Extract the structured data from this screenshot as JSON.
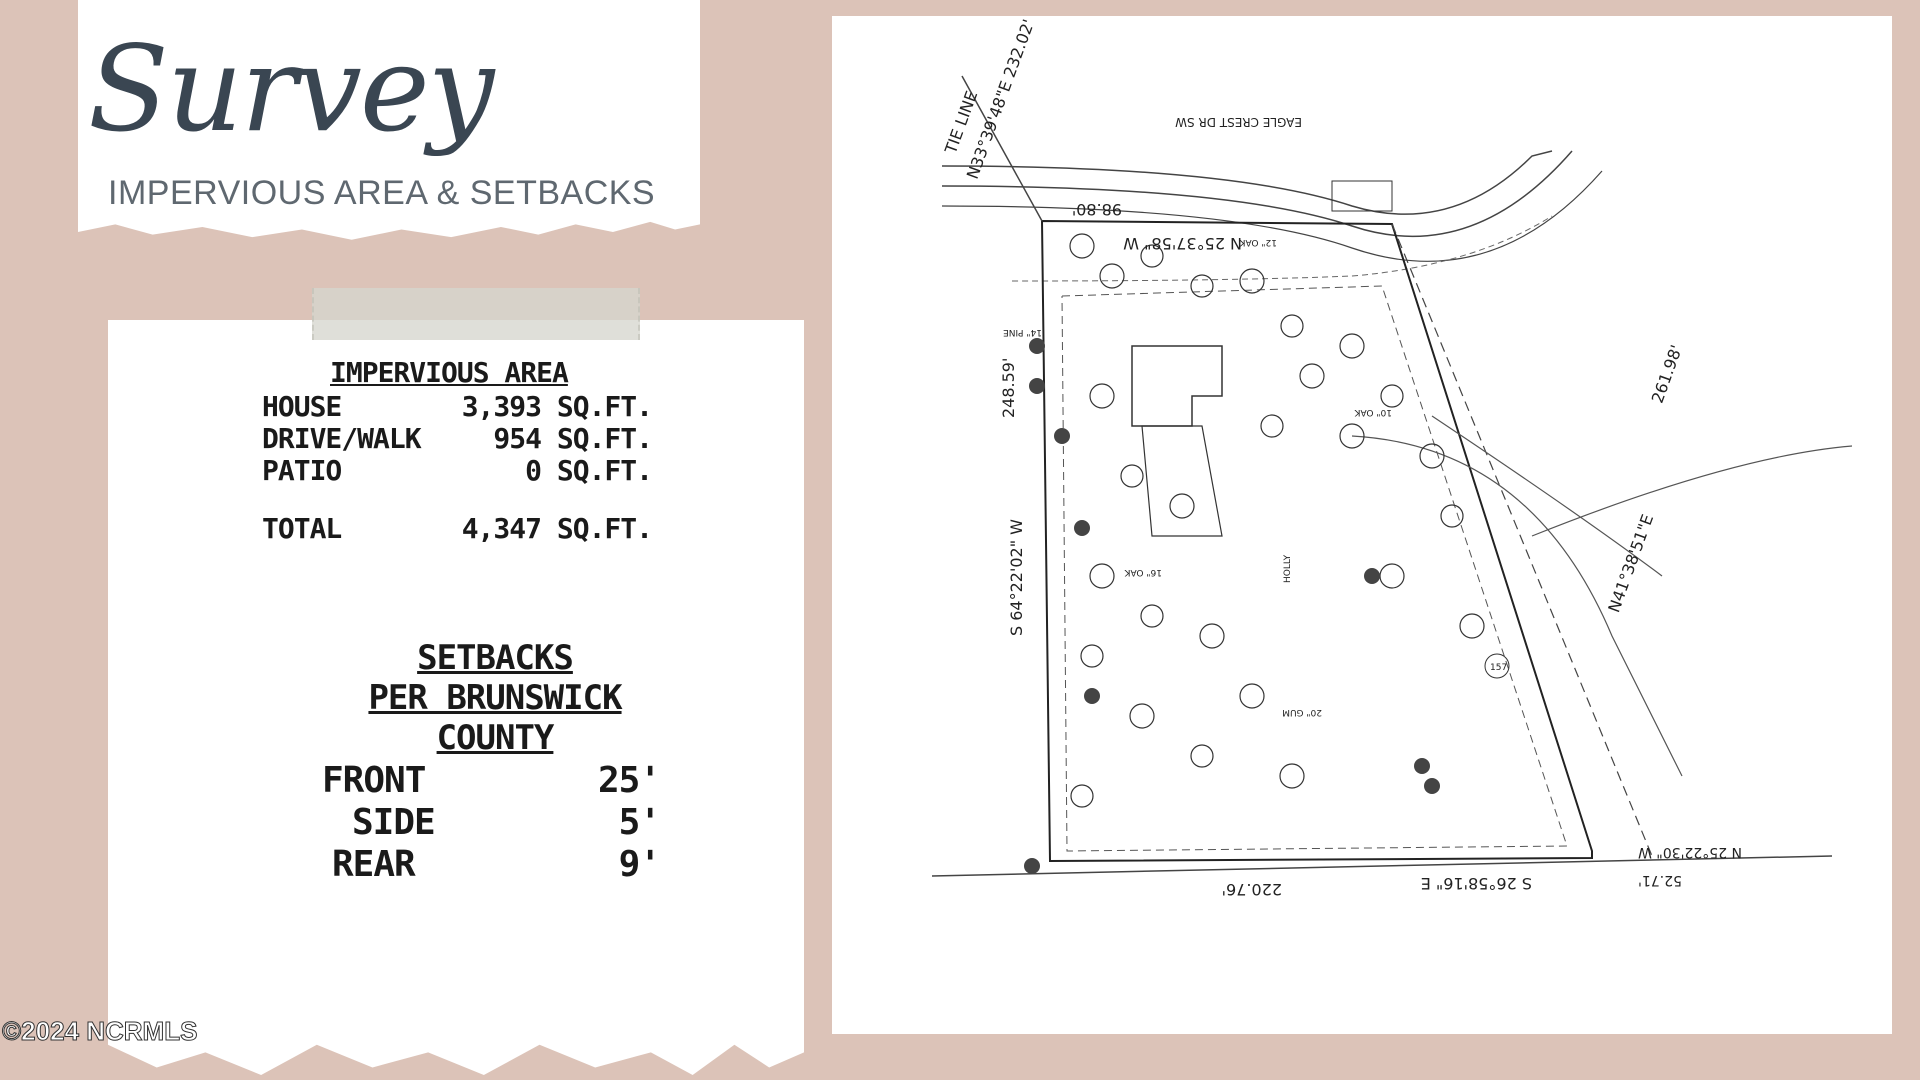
{
  "title": {
    "script": "Survey",
    "subtitle": "IMPERVIOUS AREA & SETBACKS"
  },
  "impervious_area": {
    "heading": "IMPERVIOUS AREA",
    "rows": [
      {
        "label": "HOUSE",
        "value": "3,393 SQ.FT."
      },
      {
        "label": "DRIVE/WALK",
        "value": "954 SQ.FT."
      },
      {
        "label": "PATIO",
        "value": "0 SQ.FT."
      }
    ],
    "total": {
      "label": "TOTAL",
      "value": "4,347 SQ.FT."
    }
  },
  "setbacks": {
    "heading_lines": [
      "SETBACKS",
      "PER BRUNSWICK",
      "COUNTY"
    ],
    "rows": [
      {
        "label": "FRONT",
        "value": "25'"
      },
      {
        "label": "SIDE",
        "value": "5'"
      },
      {
        "label": "REAR",
        "value": "9'"
      }
    ]
  },
  "watermark": "©2024 NCRMLS",
  "survey_map": {
    "street": "EAGLE CREST DR SW",
    "tie_line": "TIE LINE",
    "bearings": {
      "tie": "N33°39'48\"E 232.02'",
      "top": "N 25°37'58\" W",
      "top_dist": "98.80'",
      "left": "S 64°22'02\" W",
      "left_dist": "248.59'",
      "right": "N41°38'51\"E",
      "right_dist": "261.98'",
      "bottom": "S 26°58'16\" E",
      "bottom_dist": "220.76'",
      "bottom_right": "N 25°22'30\" W",
      "bottom_right_dist": "52.71'"
    },
    "lot_number": "157",
    "tree_labels": [
      "12\" OAK",
      "10\" OAK",
      "14\" PINE",
      "16\" OAK",
      "20\" GUM",
      "HOLLY"
    ]
  }
}
